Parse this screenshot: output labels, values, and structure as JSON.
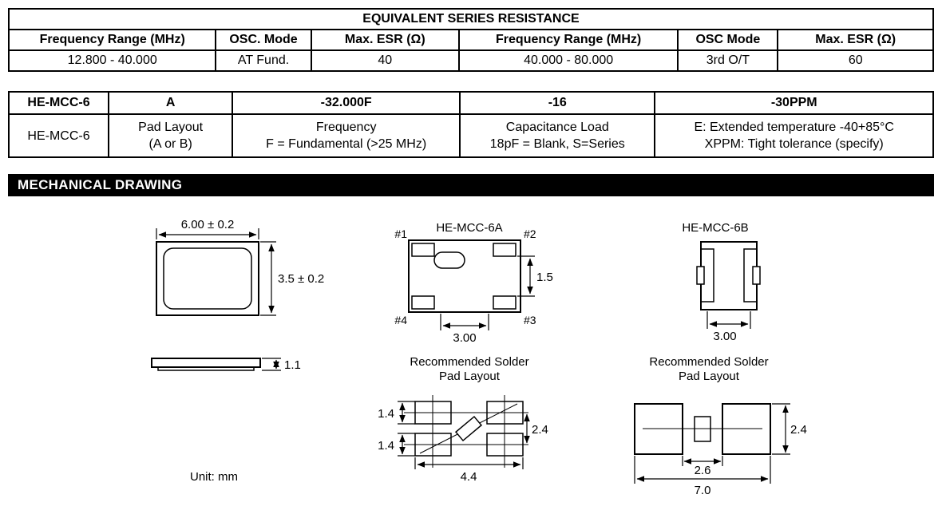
{
  "esr_table": {
    "title": "EQUIVALENT SERIES RESISTANCE",
    "headers": [
      "Frequency Range (MHz)",
      "OSC. Mode",
      "Max. ESR (Ω)",
      "Frequency Range (MHz)",
      "OSC Mode",
      "Max. ESR (Ω)"
    ],
    "row": [
      "12.800 - 40.000",
      "AT Fund.",
      "40",
      "40.000 - 80.000",
      "3rd O/T",
      "60"
    ]
  },
  "part_table": {
    "top": [
      "HE-MCC-6",
      "A",
      "-32.000F",
      "-16",
      "-30PPM"
    ],
    "desc": [
      {
        "line1": "HE-MCC-6",
        "line2": ""
      },
      {
        "line1": "Pad Layout",
        "line2": "(A or B)"
      },
      {
        "line1": "Frequency",
        "line2": "F = Fundamental (>25 MHz)"
      },
      {
        "line1": "Capacitance Load",
        "line2": "18pF = Blank, S=Series"
      },
      {
        "line1": "E: Extended temperature -40+85°C",
        "line2": "XPPM: Tight tolerance (specify)"
      }
    ]
  },
  "section": {
    "title": "MECHANICAL DRAWING"
  },
  "drawings": {
    "package": {
      "width_dim": "6.00 ± 0.2",
      "height_dim": "3.5 ± 0.2",
      "thickness_dim": "1.1",
      "unit_label": "Unit: mm"
    },
    "mcc6a": {
      "title": "HE-MCC-6A",
      "pin1": "#1",
      "pin2": "#2",
      "pin3": "#3",
      "pin4": "#4",
      "dim_vertical": "1.5",
      "dim_horizontal": "3.00",
      "solder_line1": "Recommended Solder",
      "solder_line2": "Pad Layout",
      "dim_pad_top": "1.4",
      "dim_pad_bottom": "1.4",
      "dim_height": "2.4",
      "dim_width": "4.4"
    },
    "mcc6b": {
      "title": "HE-MCC-6B",
      "dim_horizontal": "3.00",
      "solder_line1": "Recommended Solder",
      "solder_line2": "Pad Layout",
      "dim_height": "2.4",
      "dim_inner": "2.6",
      "dim_width": "7.0"
    }
  }
}
